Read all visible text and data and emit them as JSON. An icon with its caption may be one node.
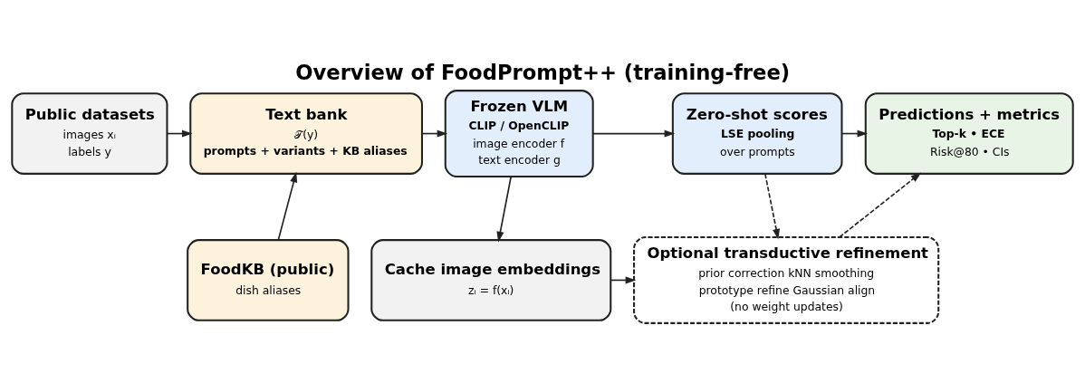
{
  "diagram": {
    "title": "Overview of FoodPrompt++ (training-free)",
    "nodes": [
      {
        "text": [
          "Public datasets",
          "images xᵢ",
          "labels y"
        ]
      },
      {
        "text": [
          "Text bank",
          "𝒯(y)",
          "prompts + variants + KB aliases"
        ]
      },
      {
        "text": [
          "Frozen VLM",
          "CLIP / OpenCLIP",
          "image encoder f",
          "text encoder g"
        ]
      },
      {
        "text": [
          "Zero-shot scores",
          "LSE pooling",
          "over prompts"
        ]
      },
      {
        "text": [
          "Predictions + metrics",
          "Top-k • ECE",
          "Risk@80 • CIs"
        ]
      },
      {
        "text": [
          "FoodKB (public)",
          "dish aliases"
        ]
      },
      {
        "text": [
          "Cache image embeddings",
          "zᵢ = f(xᵢ)"
        ]
      },
      {
        "text": [
          "Optional transductive refinement",
          "prior correction kNN smoothing",
          "prototype refine Gaussian align",
          "(no weight updates)"
        ]
      }
    ],
    "edges": [
      {
        "from": 0,
        "to": 1,
        "arrow": "to"
      },
      {
        "from": 1,
        "to": 2,
        "arrow": "to"
      },
      {
        "from": 2,
        "to": 3,
        "arrow": "to"
      },
      {
        "from": 3,
        "to": 4,
        "arrow": "to"
      },
      {
        "from": 5,
        "to": 1,
        "arrow": "to"
      },
      {
        "from": 2,
        "to": 6,
        "arrow": "to"
      },
      {
        "from": 3,
        "to": 7,
        "arrow": "to",
        "style": "dashed"
      },
      {
        "from": 7,
        "to": 4,
        "arrow": "to",
        "style": "dashed"
      },
      {
        "from": 6,
        "to": 7,
        "arrow": "to"
      }
    ]
  }
}
